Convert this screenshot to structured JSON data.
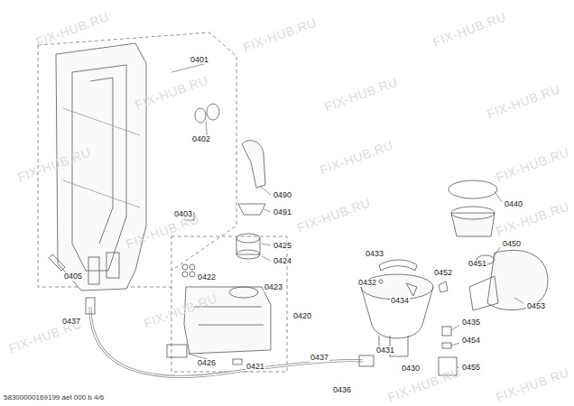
{
  "diagram": {
    "labels": [
      "0401",
      "0402",
      "0403",
      "0405",
      "0490",
      "0491",
      "0425",
      "0424",
      "0422",
      "0423",
      "0420",
      "0426",
      "0421",
      "0437",
      "0437",
      "0436",
      "0433",
      "0432",
      "0434",
      "0452",
      "0431",
      "0430",
      "0440",
      "0450",
      "0451",
      "0453",
      "0435",
      "0454",
      "0455",
      "58300000169199 aet 000 b 4/6",
      "FIX-HUB.RU",
      "FIX-HUB.RU",
      "FIX-HUB.RU",
      "FIX-HUB.RU",
      "FIX-HUB.RU",
      "FIX-HUB.RU",
      "FIX-HUB.RU",
      "FIX-HUB.RU",
      "FIX-HUB.RU",
      "FIX-HUB.RU",
      "FIX-HUB.RU",
      "FIX-HUB.RU",
      "FIX-HUB.RU",
      "FIX-HUB.RU",
      "FIX-HUB.RU",
      "FIX-HUB.RU"
    ]
  }
}
